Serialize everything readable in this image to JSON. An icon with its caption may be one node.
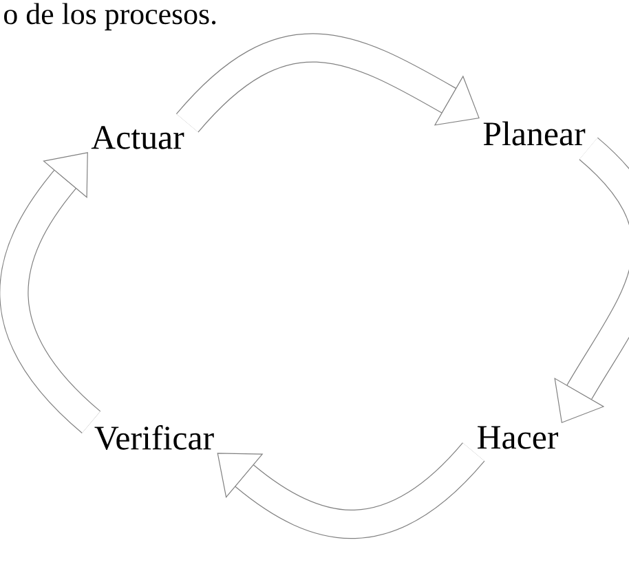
{
  "diagram": {
    "nodes": [
      {
        "text": [
          "Actuar"
        ]
      },
      {
        "text": [
          "Planear"
        ]
      },
      {
        "text": [
          "Hacer"
        ]
      },
      {
        "text": [
          "Verificar"
        ]
      }
    ],
    "edges": [
      {
        "from": 0,
        "to": 1,
        "arrow": "to"
      },
      {
        "from": 1,
        "to": 2,
        "arrow": "to"
      },
      {
        "from": 2,
        "to": 3,
        "arrow": "to"
      },
      {
        "from": 3,
        "to": 0,
        "arrow": "to"
      }
    ],
    "labels": [
      "o de los procesos."
    ]
  }
}
